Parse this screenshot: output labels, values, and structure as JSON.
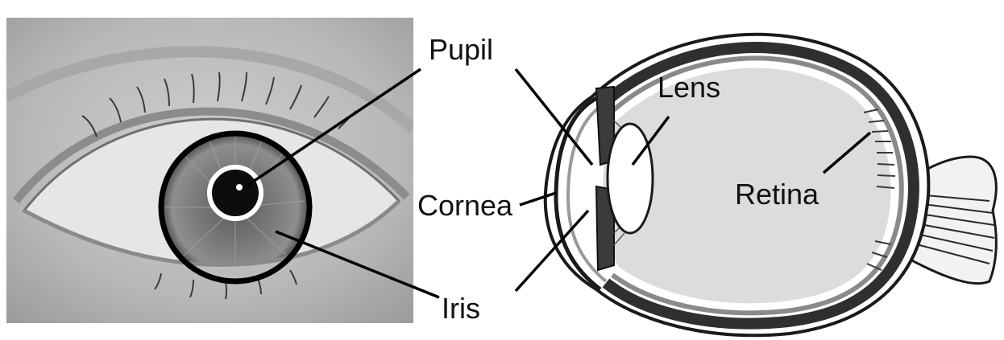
{
  "labels": {
    "pupil": "Pupil",
    "iris": "Iris",
    "cornea": "Cornea",
    "lens": "Lens",
    "retina": "Retina"
  },
  "panels": {
    "left": "eye-photograph",
    "right": "eye-cross-section"
  },
  "colors": {
    "label_text": "#111111",
    "leader_line": "#000000",
    "iris_ring": "#000000",
    "pupil_ring": "#ffffff",
    "eyeball_fill": "#dcdcdc"
  },
  "icons": {
    "left": "eye-photo-icon",
    "right": "eye-anatomy-icon"
  }
}
